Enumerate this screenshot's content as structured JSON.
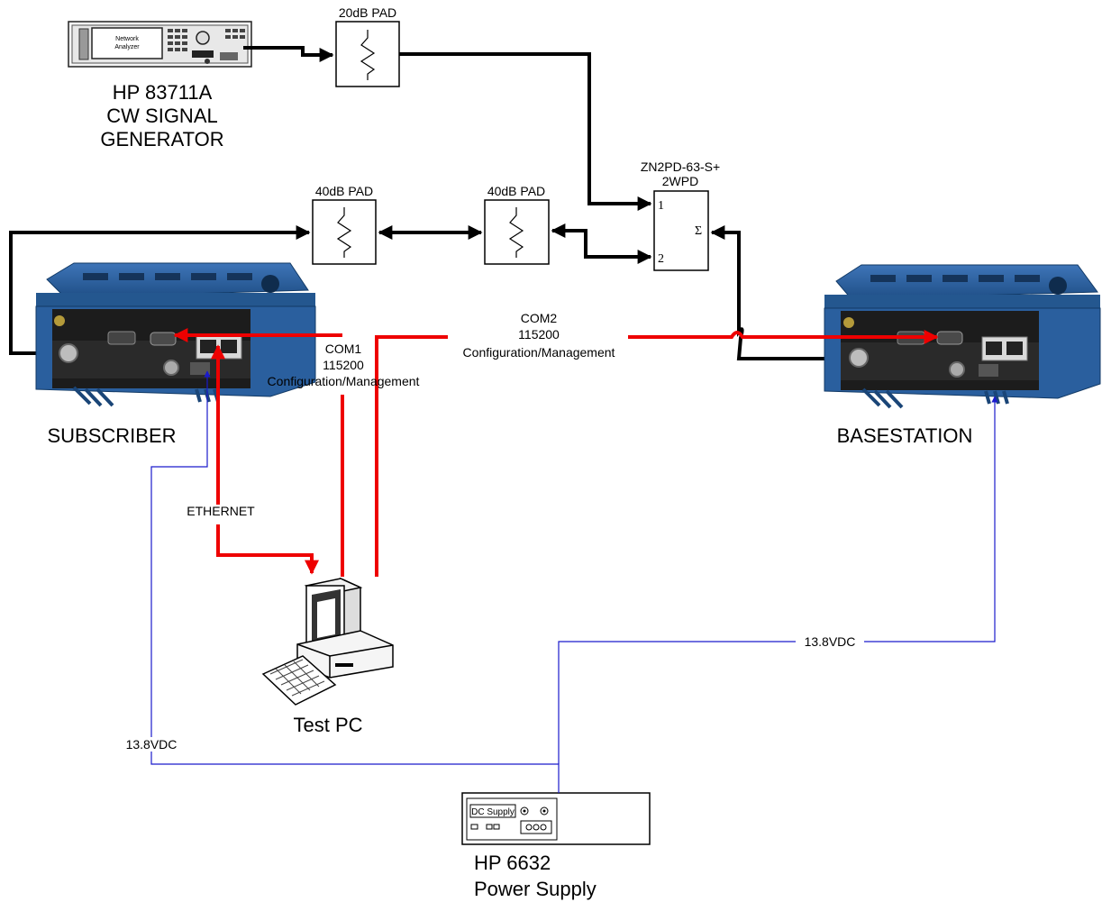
{
  "devices": {
    "signal_generator": {
      "screen_text": [
        "Network",
        "Analyzer"
      ],
      "label_lines": [
        "HP 83711A",
        "CW SIGNAL",
        "GENERATOR"
      ]
    },
    "subscriber": {
      "label": "SUBSCRIBER"
    },
    "basestation": {
      "label": "BASESTATION"
    },
    "test_pc": {
      "label": "Test PC"
    },
    "power_supply": {
      "panel_text": "DC Supply",
      "label_lines": [
        "HP 6632",
        "Power Supply"
      ]
    }
  },
  "attenuators": {
    "pad_20db": "20dB PAD",
    "pad_40db_left": "40dB PAD",
    "pad_40db_right": "40dB PAD"
  },
  "splitter": {
    "label_lines": [
      "ZN2PD-63-S+",
      "2WPD"
    ],
    "port1": "1",
    "port2": "2",
    "sum": "Σ"
  },
  "connections": {
    "com1_lines": [
      "COM1",
      "115200",
      "Configuration/Management"
    ],
    "com2_lines": [
      "COM2",
      "115200",
      "Configuration/Management"
    ],
    "ethernet": "ETHERNET",
    "dc_left": "13.8VDC",
    "dc_right": "13.8VDC"
  },
  "colors": {
    "rf_cable": "#000000",
    "serial_cable": "#ee0000",
    "dc_cable": "#1a1acc",
    "radio_body": "#2b5d9c",
    "radio_front": "#1c1c1c"
  }
}
